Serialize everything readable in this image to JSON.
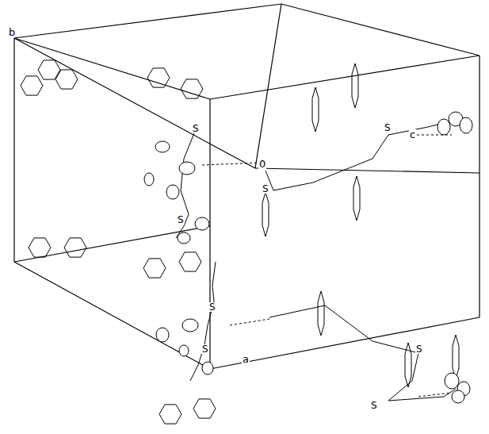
{
  "diagram": {
    "labels": [
      "b",
      "S",
      "S",
      "c",
      "0",
      "S",
      "S",
      "S",
      "S",
      "a",
      "S",
      "S"
    ]
  }
}
